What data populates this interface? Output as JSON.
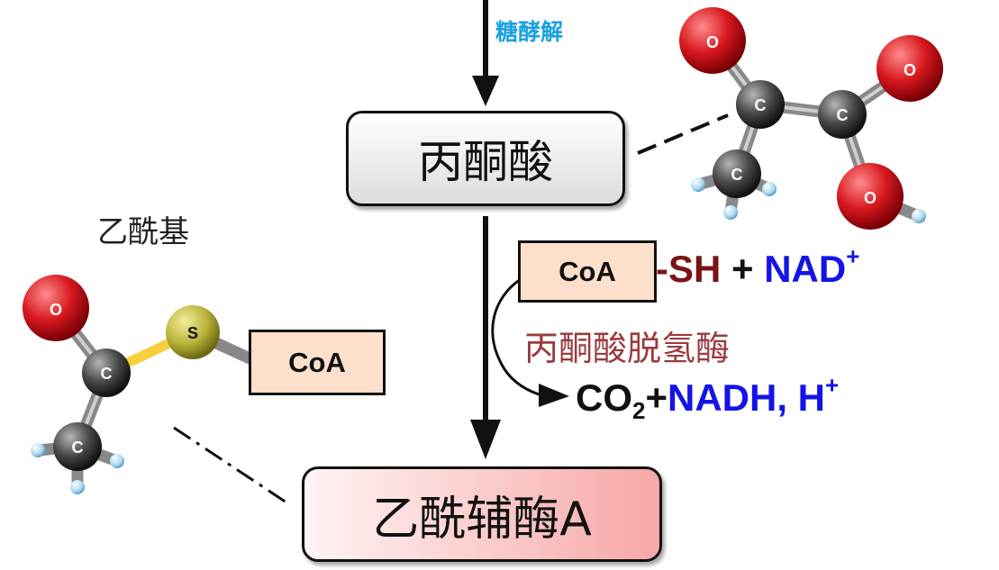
{
  "colors": {
    "glycolysis": "#1aa0e0",
    "enzyme": "#9b3b3f",
    "sh_group": "#7a1416",
    "cofactor_blue": "#1414e6",
    "oxygen": "#d8191f",
    "carbon": "#4a4a4a",
    "sulfur": "#b8b23a",
    "hydrogen": "#a8d8f0",
    "acetylcoa_box": "#f7a7a7"
  },
  "labels": {
    "glycolysis": "糖酵解",
    "pyruvate": "丙酮酸",
    "acetyl_group": "乙酰基",
    "acetyl_coa": "乙酰辅酶A",
    "enzyme": "丙酮酸脱氢酶",
    "coa": "CoA"
  },
  "reactants": {
    "sh": "-SH",
    "plus": " + ",
    "nad": "NAD",
    "nad_charge": "+"
  },
  "products": {
    "co": "CO",
    "co_sub": "2",
    "plus": "+",
    "nadh_h": "NADH, H",
    "h_charge": "+"
  },
  "atoms": {
    "oxygen": "O",
    "carbon": "C",
    "sulfur": "S"
  }
}
